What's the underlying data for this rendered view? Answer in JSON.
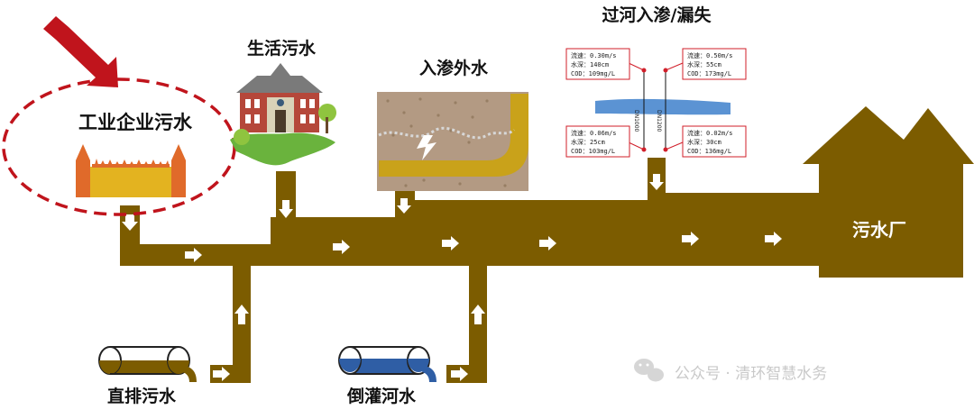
{
  "colors": {
    "pipe": "#7c5c00",
    "flow_arrow": "#ffffff",
    "highlight": "#c0141c",
    "plant": "#7c5c00",
    "factory": "#e3b320",
    "factory_tower": "#e06a2a",
    "leak_panel_border": "#d11f2a",
    "river": "#5b93d3"
  },
  "labels": {
    "industrial": "工业企业污水",
    "domestic": "生活污水",
    "infiltration": "入渗外水",
    "river_leak": "过河入渗/漏失",
    "direct": "直排污水",
    "backflow": "倒灌河水",
    "plant": "污水厂"
  },
  "leak_panels": [
    {
      "speed": "流速：0.30m/s",
      "depth": "水深：140cm",
      "cod": "COD：109mg/L"
    },
    {
      "speed": "流速：0.50m/s",
      "depth": "水深：55cm",
      "cod": "COD：173mg/L"
    },
    {
      "speed": "流速：0.06m/s",
      "depth": "水深：25cm",
      "cod": "COD：103mg/L"
    },
    {
      "speed": "流速：0.02m/s",
      "depth": "水深：30cm",
      "cod": "COD：136mg/L"
    }
  ],
  "pipe_tags": [
    "DN1000",
    "DN1200"
  ],
  "watermark": {
    "icon": "wechat-icon",
    "text": "公众号 · 清环智慧水务"
  }
}
